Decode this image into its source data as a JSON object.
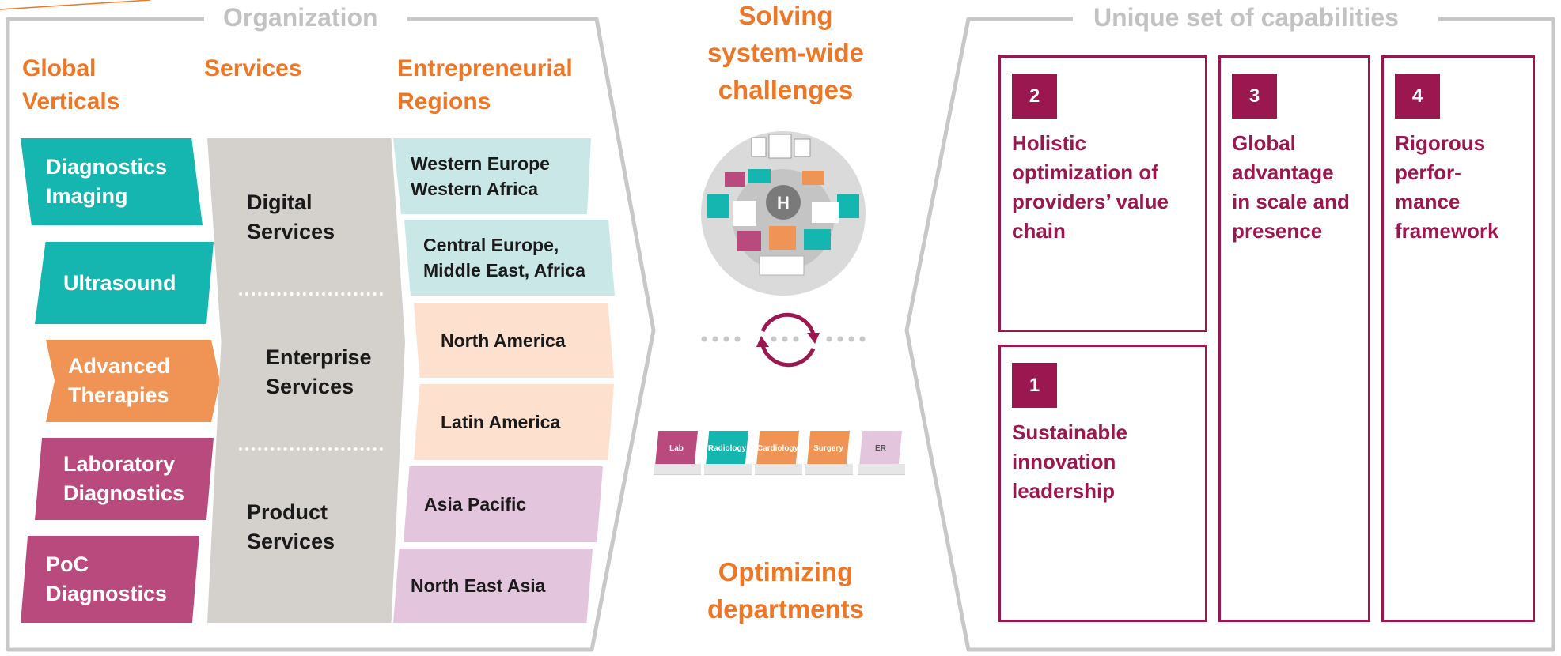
{
  "organization": {
    "title": "Organization",
    "column_headers": {
      "verticals": [
        "Global",
        "Verticals"
      ],
      "services": [
        "Services"
      ],
      "regions": [
        "Entrepreneurial",
        "Regions"
      ]
    },
    "verticals": [
      {
        "lines": [
          "Diagnostics",
          "Imaging"
        ],
        "color": "#15b5b0"
      },
      {
        "lines": [
          "Ultrasound"
        ],
        "color": "#15b5b0"
      },
      {
        "lines": [
          "Advanced",
          "Therapies"
        ],
        "color": "#f09455"
      },
      {
        "lines": [
          "Laboratory",
          "Diagnostics"
        ],
        "color": "#b84a7e"
      },
      {
        "lines": [
          "PoC",
          "Diagnostics"
        ],
        "color": "#b84a7e"
      }
    ],
    "services": [
      {
        "lines": [
          "Digital",
          "Services"
        ]
      },
      {
        "lines": [
          "Enterprise",
          "Services"
        ]
      },
      {
        "lines": [
          "Product",
          "Services"
        ]
      }
    ],
    "regions": [
      {
        "lines": [
          "Western Europe",
          "Western Africa"
        ],
        "color": "#c8e7e6"
      },
      {
        "lines": [
          "Central Europe,",
          "Middle East, Africa"
        ],
        "color": "#c8e7e6"
      },
      {
        "lines": [
          "North America"
        ],
        "color": "#fde0cd"
      },
      {
        "lines": [
          "Latin America"
        ],
        "color": "#fde0cd"
      },
      {
        "lines": [
          "Asia Pacific"
        ],
        "color": "#e3c6dd"
      },
      {
        "lines": [
          "North East Asia"
        ],
        "color": "#e3c6dd"
      }
    ]
  },
  "middle": {
    "top_title": [
      "Solving",
      "system-wide",
      "challenges"
    ],
    "bottom_title": [
      "Optimizing",
      "departments"
    ],
    "hospital_label": "H",
    "departments": [
      {
        "label": "Lab",
        "color": "#b84a7e"
      },
      {
        "label": "Radiology",
        "color": "#15b5b0"
      },
      {
        "label": "Cardiology",
        "color": "#f09455"
      },
      {
        "label": "Surgery",
        "color": "#f09455"
      },
      {
        "label": "ER",
        "color": "#e3c6dd"
      }
    ]
  },
  "capabilities": {
    "title": "Unique set of capabilities",
    "items": [
      {
        "number": "2",
        "lines": [
          "Holistic",
          "optimization of",
          "providers’ value",
          "chain"
        ]
      },
      {
        "number": "3",
        "lines": [
          "Global",
          "advantage",
          "in scale and",
          "presence"
        ]
      },
      {
        "number": "4",
        "lines": [
          "Rigorous",
          "perfor-",
          "mance",
          "framework"
        ]
      },
      {
        "number": "1",
        "lines": [
          "Sustainable",
          "innovation",
          "leadership"
        ]
      }
    ]
  },
  "colors": {
    "accent_orange": "#ee7624",
    "capability_red": "#9a1750",
    "frame_gray": "#c8c8c8",
    "service_gray": "#d4d1cd"
  }
}
